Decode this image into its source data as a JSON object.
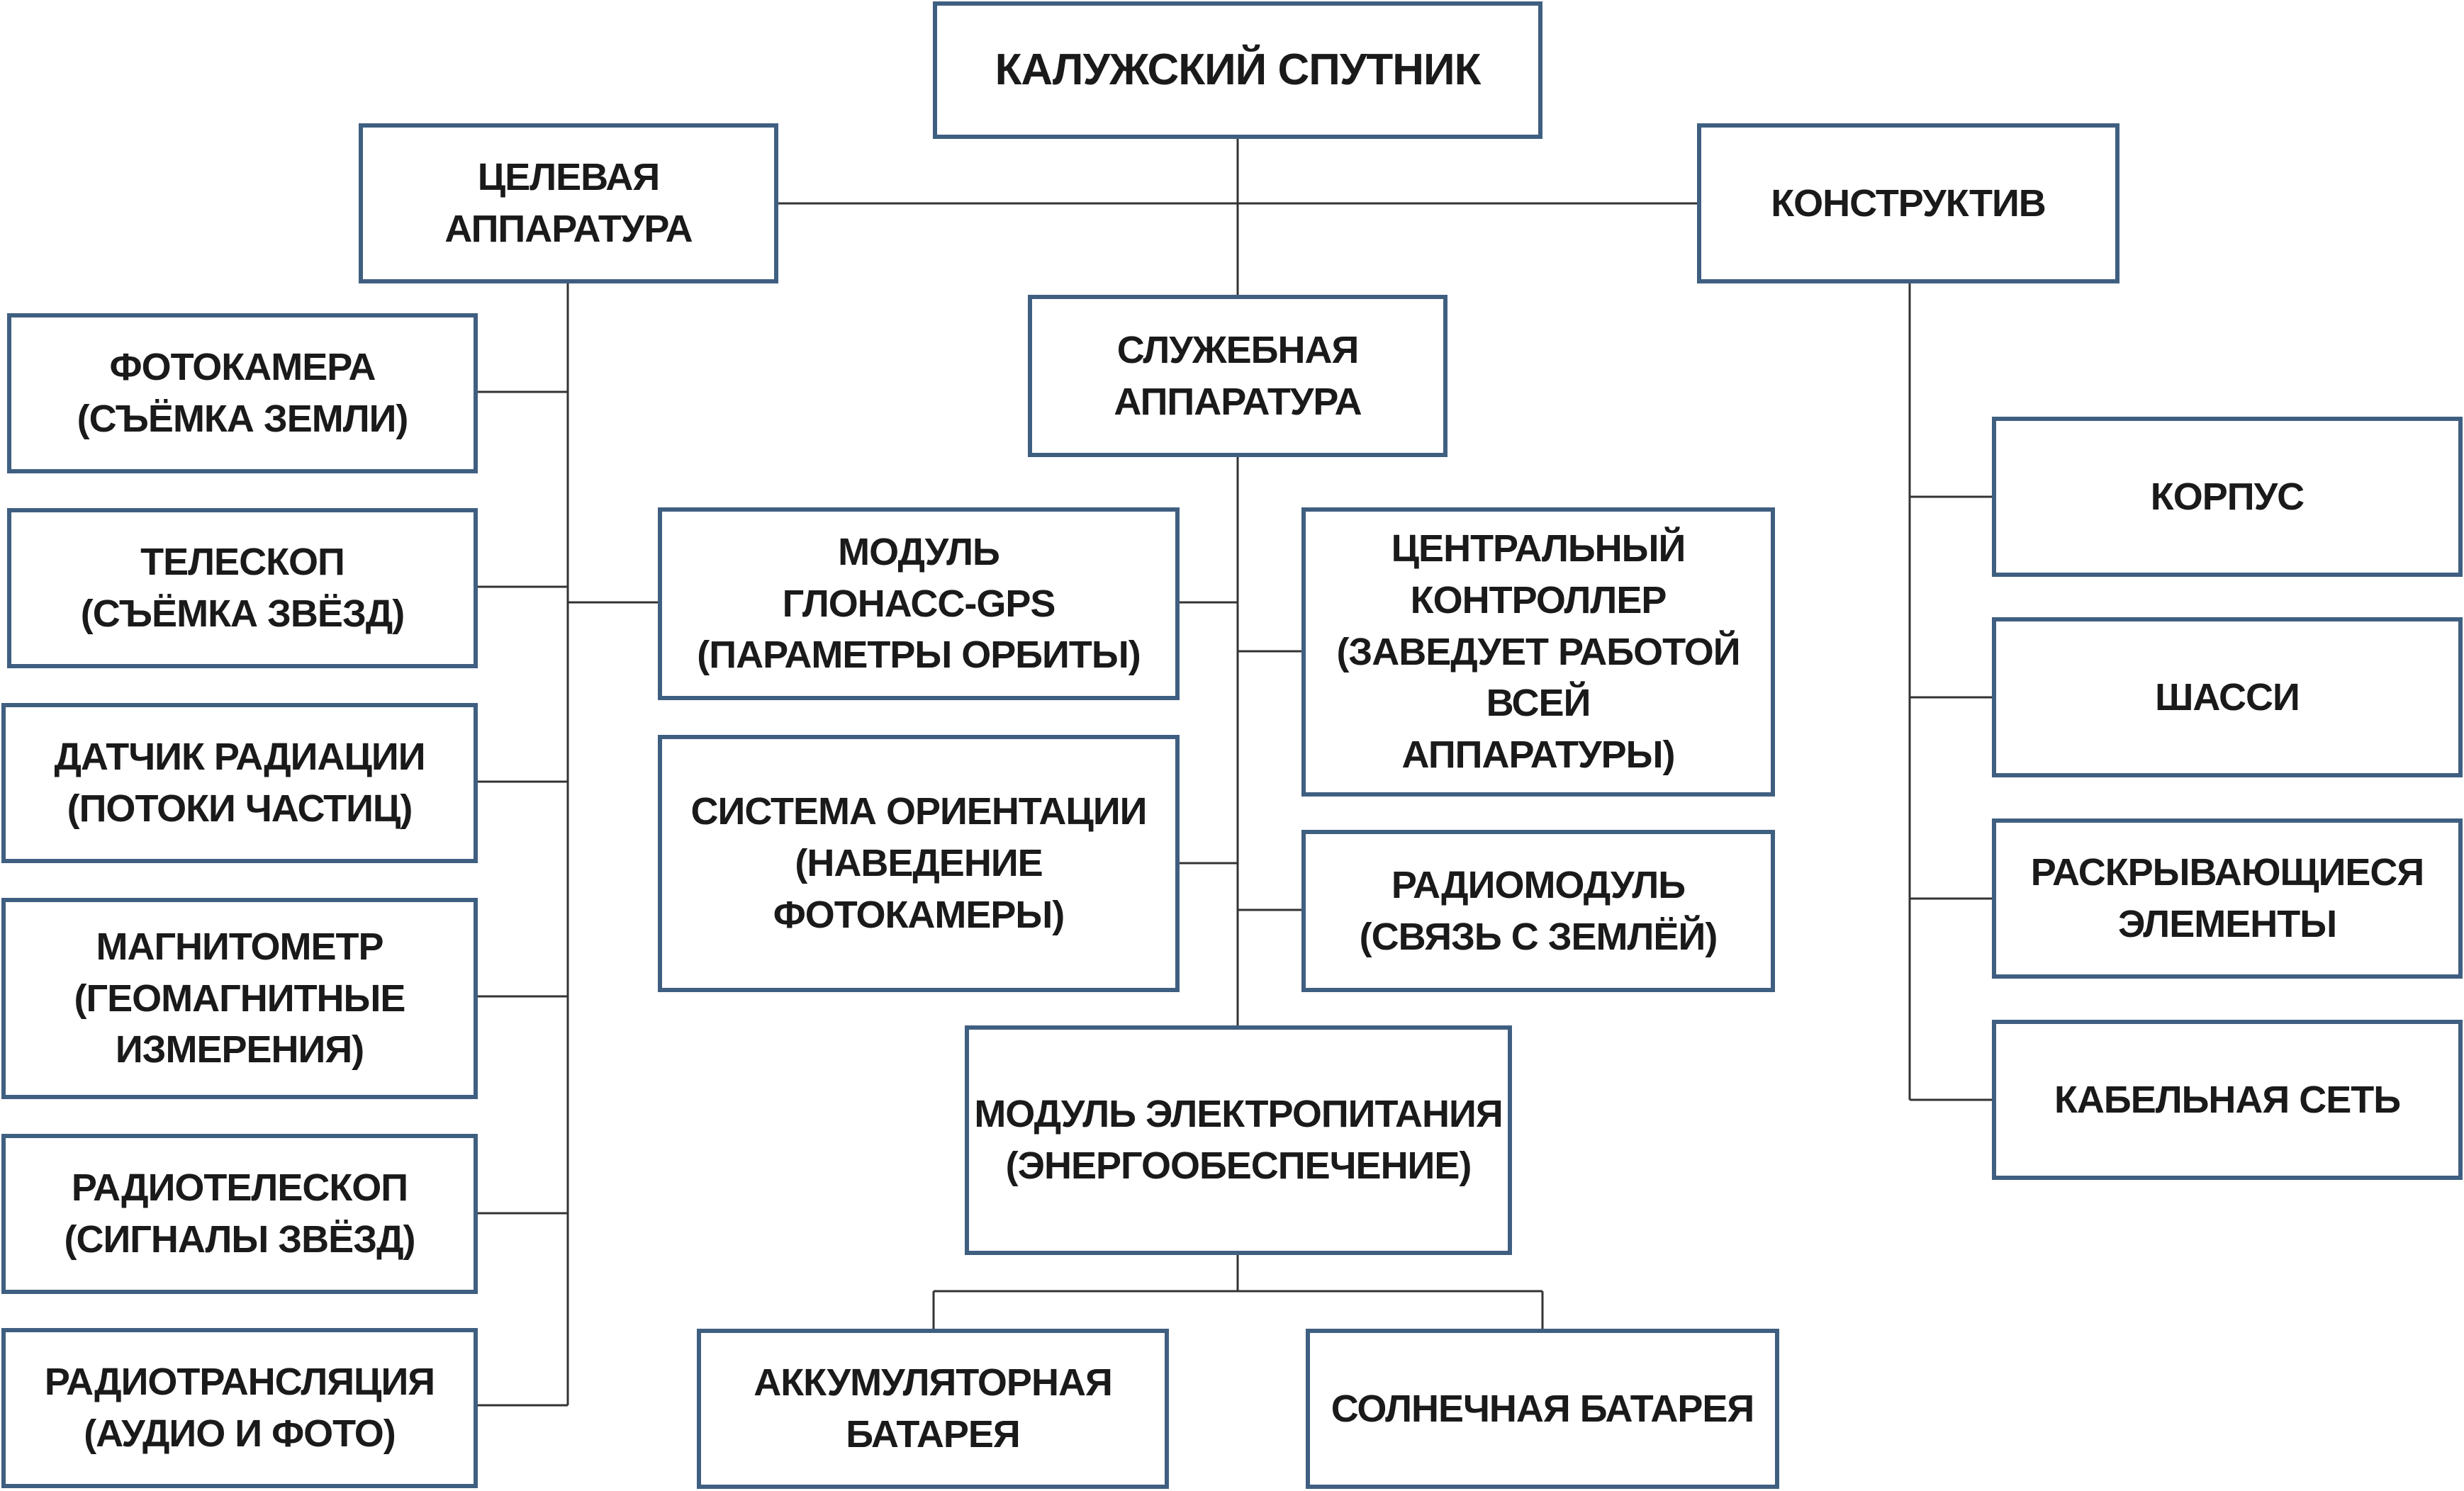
{
  "root": [
    "КАЛУЖСКИЙ СПУТНИК"
  ],
  "payload": {
    "title": [
      "ЦЕЛЕВАЯ АППАРАТУРА"
    ],
    "items": [
      [
        "ФОТОКАМЕРА",
        "(СЪЁМКА ЗЕМЛИ)"
      ],
      [
        "ТЕЛЕСКОП",
        "(СЪЁМКА ЗВЁЗД)"
      ],
      [
        "ДАТЧИК РАДИАЦИИ",
        "(ПОТОКИ ЧАСТИЦ)"
      ],
      [
        "МАГНИТОМЕТР",
        "(ГЕОМАГНИТНЫЕ",
        "ИЗМЕРЕНИЯ)"
      ],
      [
        "РАДИОТЕЛЕСКОП",
        "(СИГНАЛЫ ЗВЁЗД)"
      ],
      [
        "РАДИОТРАНСЛЯЦИЯ",
        "(АУДИО И ФОТО)"
      ]
    ]
  },
  "service": {
    "title": [
      "СЛУЖЕБНАЯ",
      "АППАРАТУРА"
    ],
    "items": [
      [
        "МОДУЛЬ",
        "ГЛОНАСС-GPS",
        "(ПАРАМЕТРЫ ОРБИТЫ)"
      ],
      [
        "СИСТЕМА ОРИЕНТАЦИИ",
        "(НАВЕДЕНИЕ ФОТОКАМЕРЫ)"
      ],
      [
        "ЦЕНТРАЛЬНЫЙ",
        "КОНТРОЛЛЕР",
        "(ЗАВЕДУЕТ РАБОТОЙ ВСЕЙ",
        "АППАРАТУРЫ)"
      ],
      [
        "РАДИОМОДУЛЬ",
        "(СВЯЗЬ С ЗЕМЛЁЙ)"
      ],
      [
        "МОДУЛЬ ЭЛЕКТРОПИТАНИЯ",
        "(ЭНЕРГООБЕСПЕЧЕНИЕ)"
      ]
    ],
    "power_items": [
      [
        "АККУМУЛЯТОРНАЯ",
        "БАТАРЕЯ"
      ],
      [
        "СОЛНЕЧНАЯ БАТАРЕЯ"
      ]
    ]
  },
  "structure": {
    "title": [
      "КОНСТРУКТИВ"
    ],
    "items": [
      [
        "КОРПУС"
      ],
      [
        "ШАССИ"
      ],
      [
        "РАСКРЫВАЮЩИЕСЯ",
        "ЭЛЕМЕНТЫ"
      ],
      [
        "КАБЕЛЬНАЯ СЕТЬ"
      ]
    ]
  },
  "colors": {
    "box_border": "#3f5f81",
    "line": "#333333",
    "text": "#1a1a1a"
  }
}
